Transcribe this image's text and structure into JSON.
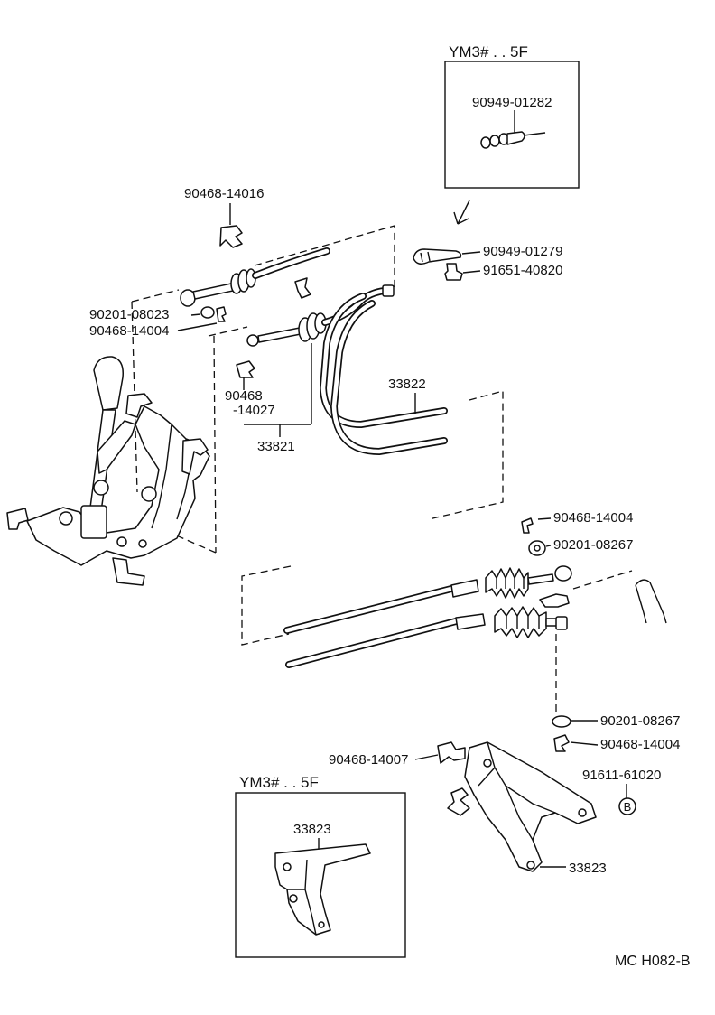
{
  "inset_top": {
    "title": "YM3# . . 5F",
    "part_number": "90949-01282"
  },
  "inset_bottom": {
    "title": "YM3# . . 5F",
    "part_number": "33823"
  },
  "callouts": {
    "clip_90468_14016": "90468-14016",
    "retainer_90949_01279": "90949-01279",
    "bolt_91651_40820": "91651-40820",
    "bushing_90201_08023": "90201-08023",
    "clip_90468_14004_a": "90468-14004",
    "clip_90468_14027_line1": "90468",
    "clip_90468_14027_line2": "-14027",
    "cable_33821": "33821",
    "cable_33822": "33822",
    "clip_90468_14004_b": "90468-14004",
    "bushing_90201_08267_a": "90201-08267",
    "bushing_90201_08267_b": "90201-08267",
    "clip_90468_14004_c": "90468-14004",
    "clip_90468_14007": "90468-14007",
    "bolt_91611_61020": "91611-61020",
    "bolt_marker": "B",
    "bracket_33823": "33823"
  },
  "footer": {
    "diagram_code": "MC H082-B"
  }
}
